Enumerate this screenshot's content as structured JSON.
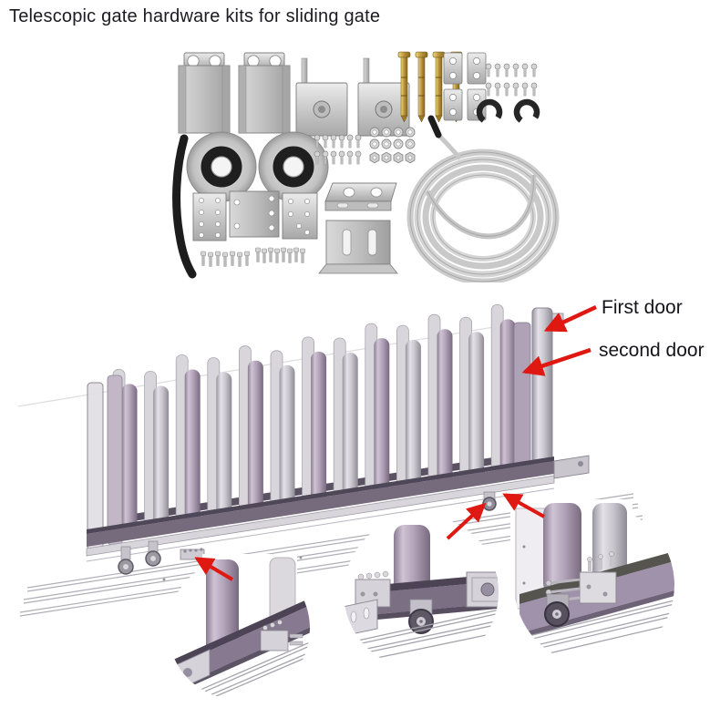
{
  "page": {
    "title": "Telescopic gate hardware kits for sliding gate"
  },
  "diagram": {
    "label_first_door": "First door",
    "label_second_door": "second door",
    "picket_count": 13
  },
  "colors": {
    "arrow_red": "#e01812",
    "picket_lavender": "#b2a3b8",
    "picket_gray": "#c8c5cd",
    "rail_dark": "#6f6376",
    "inset_rail_purple": "#a192ab",
    "metal_silver": "#c4c4c4",
    "brass": "#c3a145",
    "rubber_black": "#1d1d1d"
  }
}
